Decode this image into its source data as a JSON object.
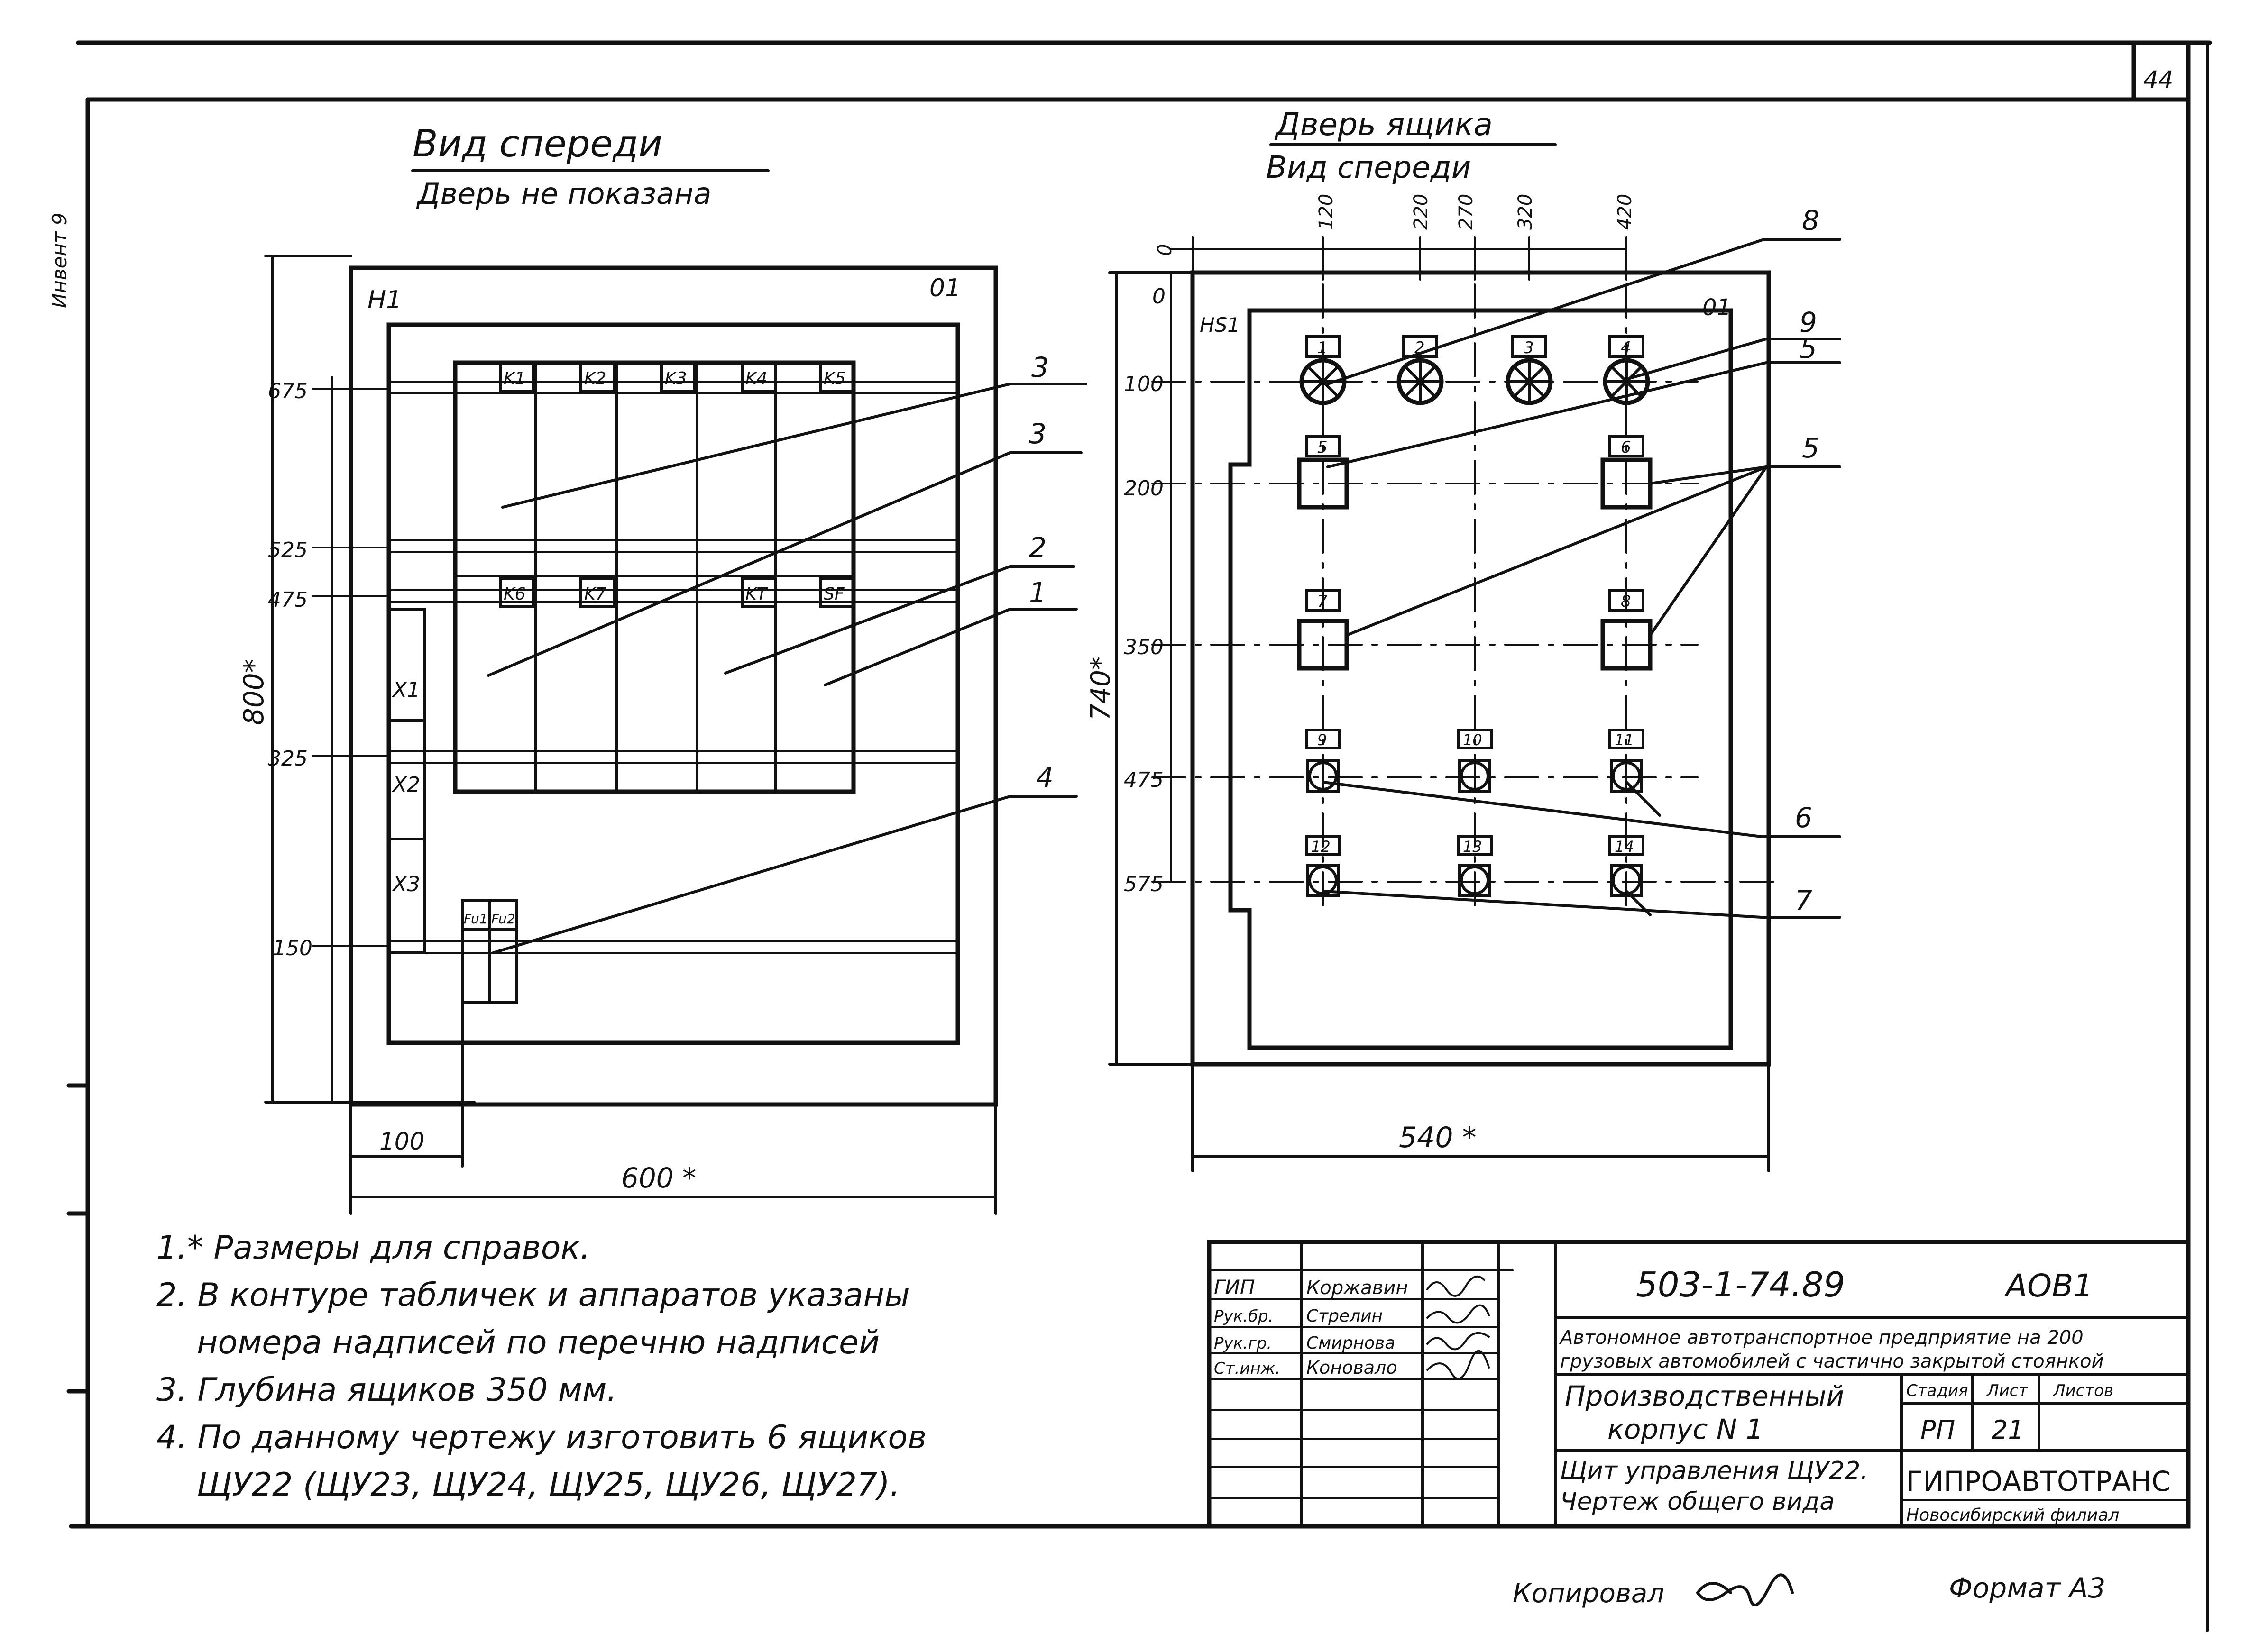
{
  "page_number": "44",
  "margin_label": "Инвент 9",
  "left_view": {
    "title": "Вид спереди",
    "subtitle": "Дверь не показана",
    "corner_left": "H1",
    "corner_right": "01",
    "vertical_dims": [
      "675",
      "525",
      "475",
      "325",
      "150"
    ],
    "overall_height": "800*",
    "bottom_dims": [
      "100",
      "600 *"
    ],
    "top_row_labels": [
      "K1",
      "K2",
      "K3",
      "K4",
      "K5"
    ],
    "middle_row_labels": [
      "K6",
      "K7",
      "KT",
      "SF"
    ],
    "terminal_labels": [
      "X1",
      "X2",
      "X3"
    ],
    "fuse_labels": [
      "Fu1",
      "Fu2"
    ],
    "callouts": [
      "3",
      "3",
      "2",
      "1",
      "4"
    ]
  },
  "right_view": {
    "title": "Дверь ящика",
    "subtitle": "Вид спереди",
    "top_dims": [
      "0",
      "120",
      "220",
      "270",
      "320",
      "420"
    ],
    "corner_left": "HS1",
    "corner_right": "01",
    "vertical_dims": [
      "0",
      "100",
      "200",
      "350",
      "475",
      "575"
    ],
    "overall_height": "740*",
    "bottom_dim": "540 *",
    "plate_numbers": [
      "1",
      "2",
      "3",
      "4",
      "5",
      "6",
      "7",
      "8",
      "9",
      "10",
      "11",
      "12",
      "13",
      "14"
    ],
    "callouts": [
      "8",
      "9",
      "5",
      "5",
      "6",
      "7"
    ]
  },
  "notes": [
    "1.* Размеры для справок.",
    "2. В контуре табличек и аппаратов указаны",
    "номера надписей по перечню надписей",
    "3. Глубина ящиков 350 мм.",
    "4. По данному чертежу изготовить 6 ящиков",
    "ЩУ22 (ЩУ23, ЩУ24, ЩУ25, ЩУ26, ЩУ27)."
  ],
  "title_block": {
    "signatures": [
      {
        "role": "ГИП",
        "name": "Коржавин"
      },
      {
        "role": "Рук.бр.",
        "name": "Стрелин"
      },
      {
        "role": "Рук.гр.",
        "name": "Смирнова"
      },
      {
        "role": "Ст.инж.",
        "name": "Коновало"
      }
    ],
    "doc_code": "503-1-74.89",
    "sheet_mark": "АОВ1",
    "project_line1": "Автономное автотранспортное предприятие на 200",
    "project_line2": "грузовых автомобилей с частично закрытой стоянкой",
    "object_line1": "Производственный",
    "object_line2": "корпус N 1",
    "stage_header": "Стадия",
    "sheet_header": "Лист",
    "sheets_header": "Листов",
    "stage_value": "РП",
    "sheet_value": "21",
    "drawing_line1": "Щит управления ЩУ22.",
    "drawing_line2": "Чертеж общего вида",
    "org_name": "ГИПРОАВТОТРАНС",
    "org_branch": "Новосибирский филиал"
  },
  "footer": {
    "copied": "Копировал",
    "format": "Формат А3"
  }
}
